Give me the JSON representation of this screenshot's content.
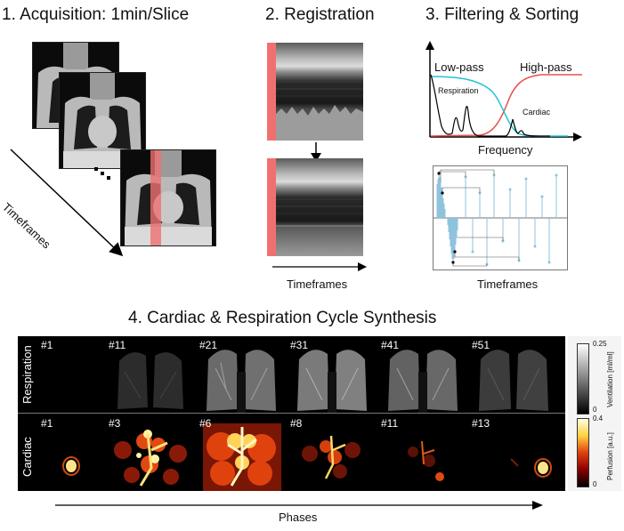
{
  "titles": {
    "acquisition": "1. Acquisition: 1min/Slice",
    "registration": "2. Registration",
    "filtering": "3. Filtering & Sorting",
    "synthesis": "4. Cardiac & Respiration Cycle Synthesis"
  },
  "acquisition": {
    "timeframes_label": "Timeframes",
    "ellipsis": "..."
  },
  "registration": {
    "timeframes_label": "Timeframes"
  },
  "filtering": {
    "low_pass": "Low-pass",
    "high_pass": "High-pass",
    "respiration": "Respiration",
    "cardiac": "Cardiac",
    "frequency_label": "Frequency",
    "timeframes_label": "Timeframes"
  },
  "synthesis": {
    "row_respiration": "Respiration",
    "row_cardiac": "Cardiac",
    "respiration_frames": [
      "#1",
      "#11",
      "#21",
      "#31",
      "#41",
      "#51"
    ],
    "cardiac_frames": [
      "#1",
      "#3",
      "#6",
      "#8",
      "#11",
      "#13"
    ],
    "phases_label": "Phases",
    "ventilation_bar": {
      "label": "Ventilation [ml/ml]",
      "max": "0.25",
      "min": "0"
    },
    "perfusion_bar": {
      "label": "Perfusion [a.u.]",
      "max": "0.4",
      "min": "0"
    }
  },
  "colors": {
    "highlight": "#f07070",
    "low_pass_curve": "#22c4d6",
    "high_pass_curve": "#e8504a",
    "stem": "#8ec3de"
  }
}
